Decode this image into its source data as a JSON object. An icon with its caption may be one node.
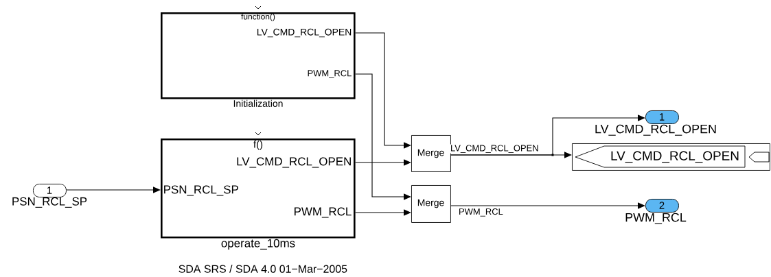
{
  "diagram": {
    "nodes": [
      {
        "text": [
          "function()",
          "LV_CMD_RCL_OPEN",
          "PWM_RCL"
        ],
        "beside": [
          "Initialization"
        ]
      },
      {
        "text": [
          "f()",
          "LV_CMD_RCL_OPEN",
          "PSN_RCL_SP",
          "PWM_RCL"
        ],
        "beside": [
          "operate_10ms"
        ]
      },
      {
        "text": [
          "1"
        ],
        "beside": [
          "PSN_RCL_SP"
        ]
      },
      {
        "text": [
          "Merge"
        ]
      },
      {
        "text": [
          "Merge"
        ]
      },
      {
        "text": [
          "1"
        ],
        "beside": [
          "LV_CMD_RCL_OPEN"
        ]
      },
      {
        "text": [
          "LV_CMD_RCL_OPEN"
        ]
      },
      {
        "text": [
          "2"
        ],
        "beside": [
          "PWM_RCL"
        ]
      }
    ],
    "edges": [
      {
        "from": 2,
        "to": 1,
        "arrow": "to"
      },
      {
        "from": 0,
        "to": 3,
        "arrow": "to"
      },
      {
        "from": 1,
        "to": 3,
        "arrow": "to"
      },
      {
        "from": 0,
        "to": 4,
        "arrow": "to"
      },
      {
        "from": 1,
        "to": 4,
        "arrow": "to"
      },
      {
        "from": 3,
        "to": 6,
        "arrow": "to",
        "label": "LV_CMD_RCL_OPEN"
      },
      {
        "from": 3,
        "to": 5,
        "arrow": "to"
      },
      {
        "from": 4,
        "to": 7,
        "arrow": "to",
        "label": "PWM_RCL"
      }
    ],
    "labels": [
      "SDA SRS / SDA 4.0 01−Mar−2005"
    ]
  }
}
